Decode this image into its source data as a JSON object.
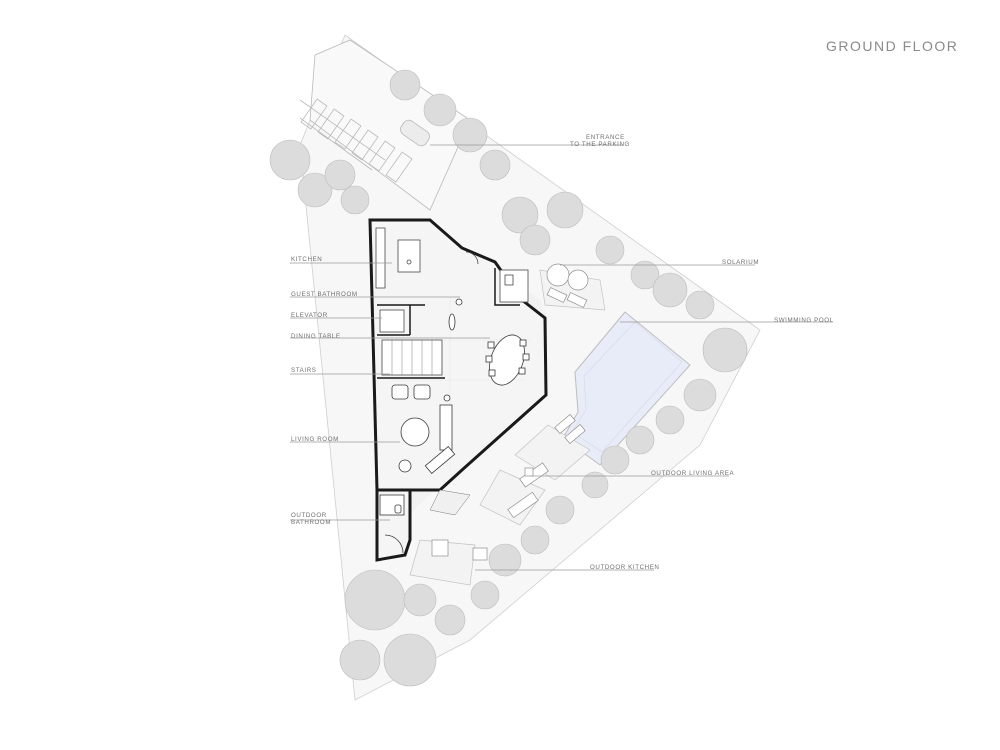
{
  "title": "GROUND FLOOR",
  "labels": {
    "entrance_parking_1": "ENTRANCE",
    "entrance_parking_2": "TO THE PARKING",
    "kitchen": "KITCHEN",
    "guest_bathroom": "GUEST BATHROOM",
    "elevator": "ELEVATOR",
    "dining_table": "DINING TABLE",
    "stairs": "STAIRS",
    "living_room": "LIVING ROOM",
    "outdoor_bathroom_1": "OUTDOOR",
    "outdoor_bathroom_2": "BATHROOM",
    "solarium": "SOLARIUM",
    "swimming_pool": "SWIMMING POOL",
    "outdoor_living_area": "OUTDOOR LIVING AREA",
    "outdoor_kitchen": "OUTDOOR KITCHEN"
  },
  "colors": {
    "wall": "#1a1a1a",
    "floor": "#f4f4f4",
    "site": "#f6f6f6",
    "tree": "#c9c9c9",
    "pool": "#e6ebf7",
    "leader": "#9a9a9a"
  }
}
